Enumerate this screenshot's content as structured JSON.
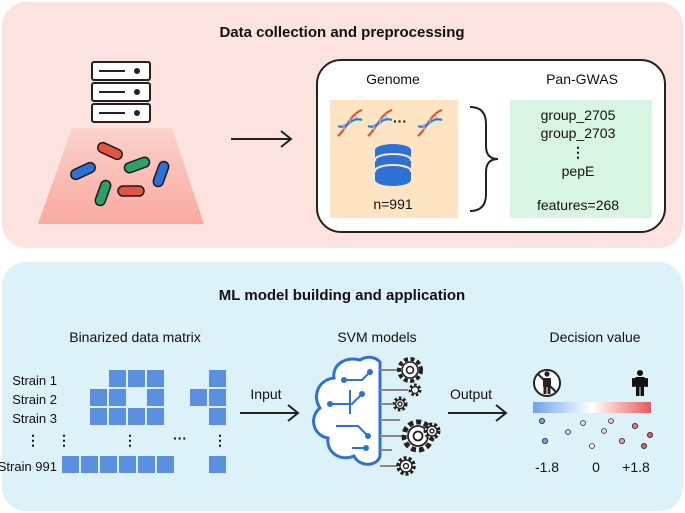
{
  "top_panel": {
    "title": "Data collection and preprocessing",
    "genome_label": "Genome",
    "pangwas_label": "Pan-GWAS",
    "dna_ellipsis": "···",
    "n_label": "n=991",
    "genes": [
      "group_2705",
      "group_2703",
      "⋮",
      "pepE"
    ],
    "features_label": "features=268",
    "colors": {
      "panel": "#fde3df",
      "genome_box": "#fde5c3",
      "pangwas_box": "#d8f5e3"
    }
  },
  "bottom_panel": {
    "title": "ML model building and application",
    "matrix_label": "Binarized data matrix",
    "strains": [
      "Strain 1",
      "Strain 2",
      "Strain 3",
      "⋮",
      "Strain 991"
    ],
    "col_dots": "⋮",
    "row_dots": "···",
    "input_label": "Input",
    "svm_label": "SVM models",
    "output_label": "Output",
    "decision_label": "Decision value",
    "scale": {
      "min": "-1.8",
      "mid": "0",
      "max": "+1.8"
    },
    "colors": {
      "panel": "#dcf1f8",
      "cell": "#5b8fe0"
    }
  }
}
